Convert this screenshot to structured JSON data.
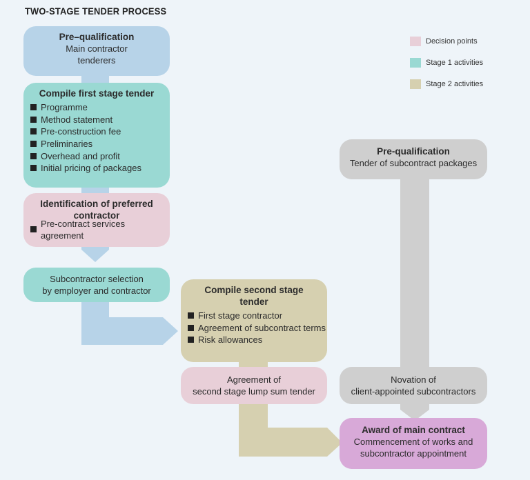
{
  "title": "TWO-STAGE TENDER PROCESS",
  "legend": [
    {
      "label": "Decision points",
      "color": "#e8cfd8"
    },
    {
      "label": "Stage 1 activities",
      "color": "#9ad9d3"
    },
    {
      "label": "Stage 2 activities",
      "color": "#d6d0b0"
    }
  ],
  "boxes": {
    "prequal_main": {
      "heading": "Pre–qualification",
      "line1": "Main contractor",
      "line2": "tenderers"
    },
    "first_stage": {
      "heading": "Compile first stage tender",
      "items": [
        "Programme",
        "Method statement",
        "Pre-construction fee",
        "Preliminaries",
        "Overhead and profit",
        "Initial pricing of packages"
      ]
    },
    "preferred": {
      "heading1": "Identification of preferred",
      "heading2": "contractor",
      "items": [
        "Pre-contract services agreement"
      ]
    },
    "subcontractor_selection": {
      "line1": "Subcontractor selection",
      "line2": "by employer and contractor"
    },
    "second_stage": {
      "heading1": "Compile second stage",
      "heading2": "tender",
      "items": [
        "First stage contractor",
        "Agreement of subcontract terms",
        "Risk allowances"
      ]
    },
    "lump_sum": {
      "line1": "Agreement of",
      "line2": "second stage lump sum tender"
    },
    "prequal_sub": {
      "heading": "Pre-qualification",
      "line1": "Tender of subcontract packages"
    },
    "novation": {
      "line1": "Novation of",
      "line2": "client-appointed subcontractors"
    },
    "award": {
      "heading": "Award of main contract",
      "line1": "Commencement of works and",
      "line2": "subcontractor appointment"
    }
  },
  "colors": {
    "stage0_blue": "#b7d3e8",
    "stage1": "#9ad9d3",
    "decision": "#e8cfd8",
    "stage2": "#d6d0b0",
    "subcontract_grey": "#cfcfcf",
    "award_purple": "#d8a9d8"
  }
}
